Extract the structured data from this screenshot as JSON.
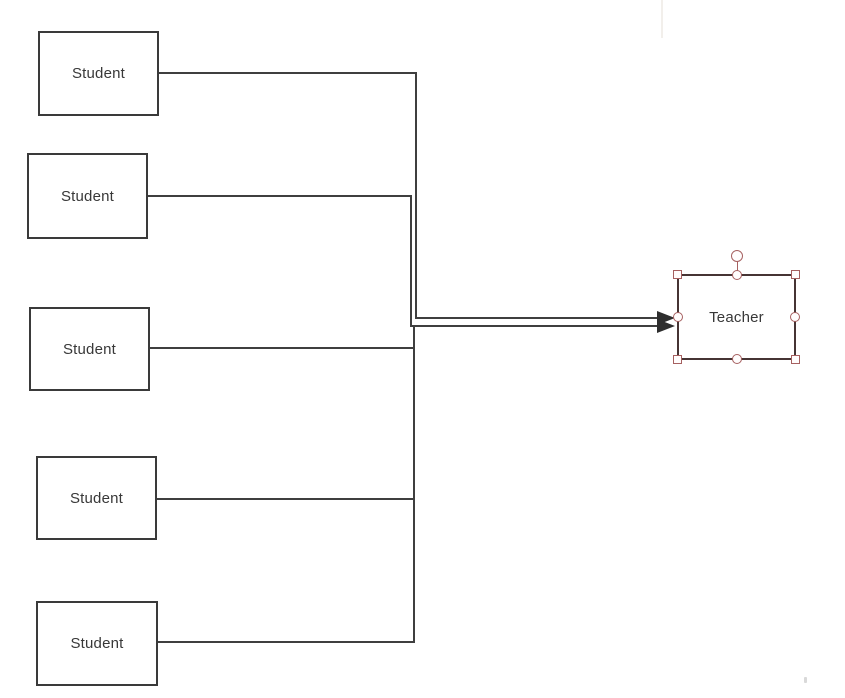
{
  "diagram": {
    "tool": "diagram-editor-canvas",
    "background_color": "#ffffff",
    "connector_color": "#3f3f3f",
    "node_border_color": "#3a3a3a",
    "selected_node_border_color": "#463434",
    "selection_handle_color": "#a66060",
    "text_color": "#383838",
    "nodes": {
      "students": [
        {
          "label": "Student"
        },
        {
          "label": "Student"
        },
        {
          "label": "Student"
        },
        {
          "label": "Student"
        },
        {
          "label": "Student"
        }
      ],
      "teacher": {
        "label": "Teacher",
        "selected": true
      }
    },
    "edges": [
      {
        "from": "student-1",
        "to": "teacher",
        "arrow": "block"
      },
      {
        "from": "student-2",
        "to": "teacher",
        "arrow": "block"
      },
      {
        "from": "student-3",
        "to": "teacher",
        "arrow": "block"
      },
      {
        "from": "student-4",
        "to": "teacher",
        "arrow": "block"
      },
      {
        "from": "student-5",
        "to": "teacher",
        "arrow": "block"
      }
    ]
  }
}
